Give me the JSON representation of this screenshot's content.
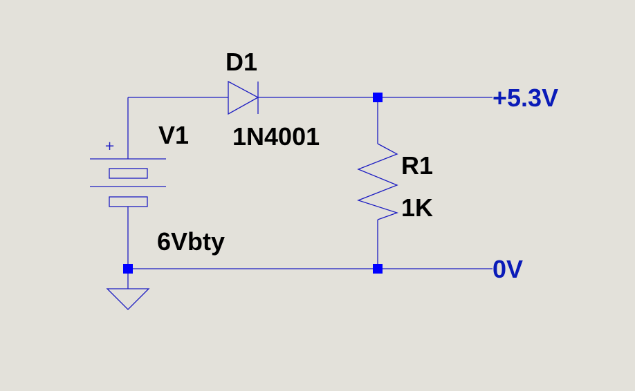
{
  "components": {
    "battery": {
      "ref": "V1",
      "value": "6Vbty",
      "polarity_mark": "+"
    },
    "diode": {
      "ref": "D1",
      "value": "1N4001"
    },
    "resistor": {
      "ref": "R1",
      "value": "1K"
    }
  },
  "nets": {
    "output": "+5.3V",
    "ground": "0V"
  },
  "colors": {
    "background": "#e3e1da",
    "wire": "#1c1cc2",
    "junction": "#0000ff",
    "net_label": "#0a1bb8",
    "text": "#000000"
  }
}
